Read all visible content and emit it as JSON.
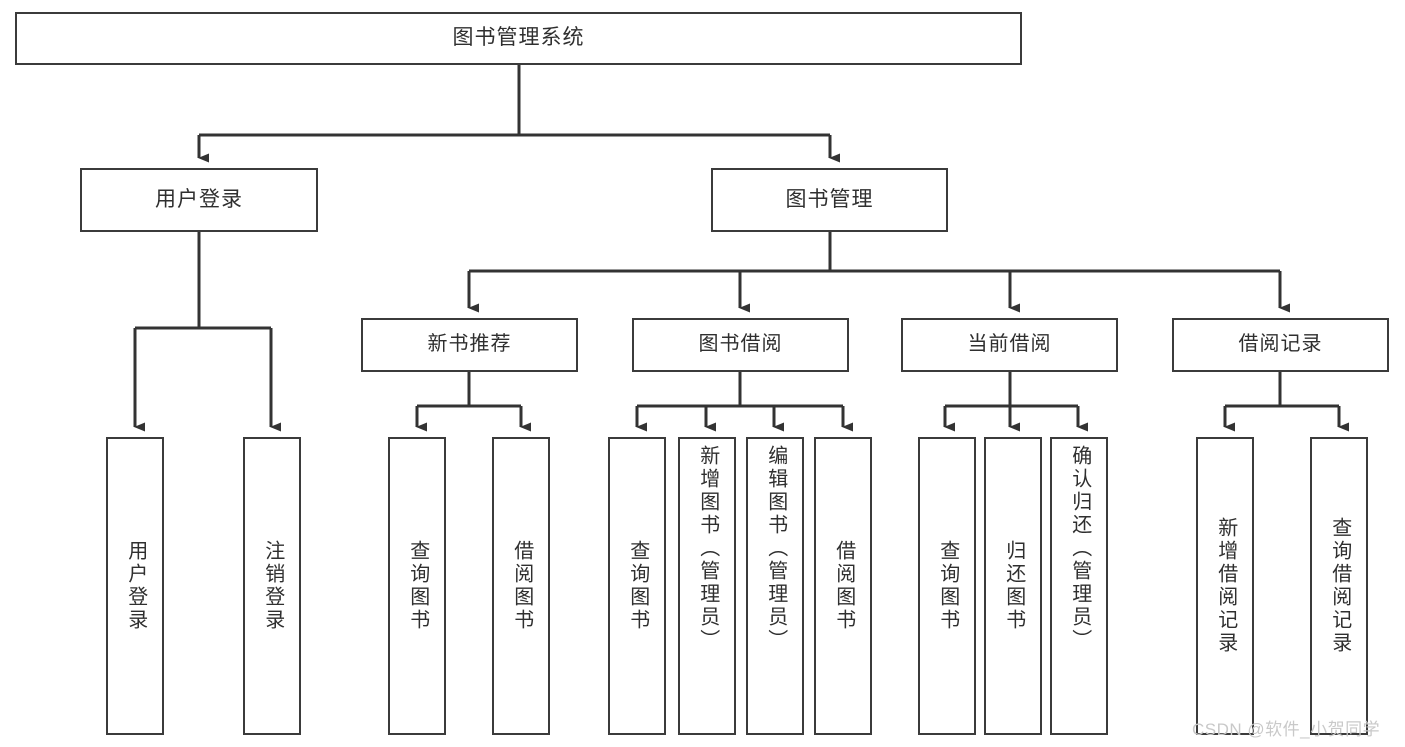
{
  "diagram": {
    "title": "图书管理系统",
    "type": "tree-hierarchy-flowchart",
    "colors": {
      "box_border": "#3b3b3b",
      "box_fill": "#ffffff",
      "edge": "#333333",
      "text": "#2f2f2f",
      "background": "#ffffff",
      "watermark": "#c9c9c9"
    },
    "root": {
      "label": "图书管理系统"
    },
    "level1": [
      {
        "label": "用户登录"
      },
      {
        "label": "图书管理"
      }
    ],
    "level2": [
      {
        "label": "新书推荐"
      },
      {
        "label": "图书借阅"
      },
      {
        "label": "当前借阅"
      },
      {
        "label": "借阅记录"
      }
    ],
    "leaves": {
      "user_login": [
        {
          "label": "用户登录"
        },
        {
          "label": "注销登录"
        }
      ],
      "new_book_recommend": [
        {
          "label": "查询图书"
        },
        {
          "label": "借阅图书"
        }
      ],
      "book_borrow": [
        {
          "label": "查询图书"
        },
        {
          "label": "新增图书（管理员）"
        },
        {
          "label": "编辑图书（管理员）"
        },
        {
          "label": "借阅图书"
        }
      ],
      "current_borrow": [
        {
          "label": "查询图书"
        },
        {
          "label": "归还图书"
        },
        {
          "label": "确认归还（管理员）"
        }
      ],
      "borrow_record": [
        {
          "label": "新增借阅记录"
        },
        {
          "label": "查询借阅记录"
        }
      ]
    }
  },
  "watermark": {
    "text": "CSDN @软件_小贺同学"
  }
}
